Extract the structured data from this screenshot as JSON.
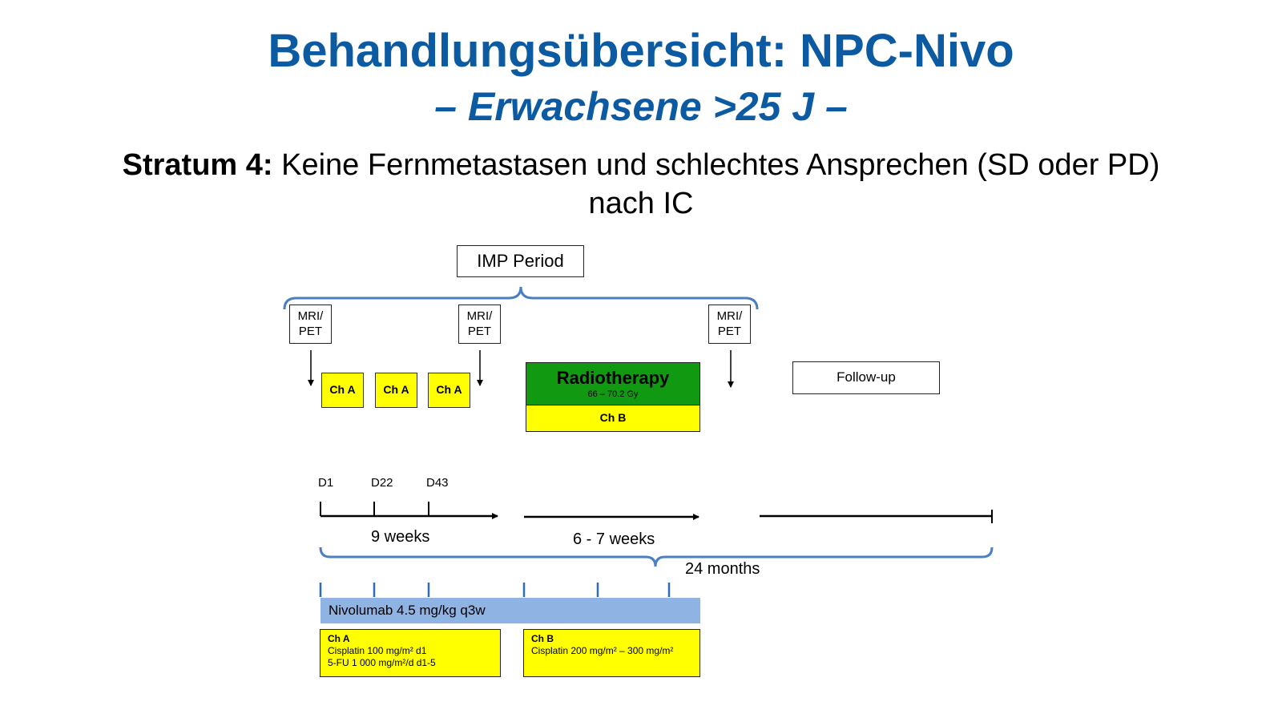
{
  "header": {
    "title": "Behandlungsübersicht: NPC-Nivo",
    "subtitle": "– Erwachsene >25 J –",
    "stratum_label": "Stratum 4:",
    "stratum_text_1": "Keine Fernmetastasen und schlechtes Ansprechen (SD oder PD)",
    "stratum_text_2": "nach IC"
  },
  "diagram": {
    "imp_period": "IMP Period",
    "imaging": [
      {
        "line1": "MRI/",
        "line2": "PET"
      },
      {
        "line1": "MRI/",
        "line2": "PET"
      },
      {
        "line1": "MRI/",
        "line2": "PET"
      }
    ],
    "chemo_blocks": [
      "Ch A",
      "Ch A",
      "Ch A"
    ],
    "radiotherapy": {
      "title": "Radiotherapy",
      "dose": "66 – 70.2 Gy",
      "concurrent": "Ch B"
    },
    "follow_up": "Follow-up",
    "day_labels": [
      "D1",
      "D22",
      "D43"
    ],
    "durations": {
      "induction": "9 weeks",
      "radiotherapy": "6 - 7 weeks",
      "total": "24 months"
    },
    "nivolumab": "Nivolumab 4.5 mg/kg q3w",
    "legend": {
      "cha": {
        "title": "Ch A",
        "lines": [
          "Cisplatin 100 mg/m² d1",
          "5-FU 1 000 mg/m²/d d1-5"
        ]
      },
      "chb": {
        "title": "Ch B",
        "lines": [
          "Cisplatin 200 mg/m² – 300 mg/m²"
        ]
      }
    }
  },
  "colors": {
    "title": "#0b5aa2",
    "chemo": "#ffff00",
    "radiotherapy": "#119a11",
    "nivolumab": "#8fb3e3",
    "bracket": "#4a7fc1"
  }
}
